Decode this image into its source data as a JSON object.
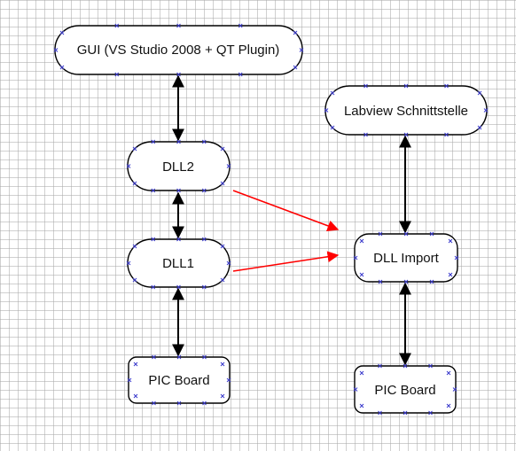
{
  "diagram": {
    "nodes": {
      "gui": {
        "label": "GUI (VS Studio 2008 + QT Plugin)"
      },
      "dll2": {
        "label": "DLL2"
      },
      "dll1": {
        "label": "DLL1"
      },
      "pic_left": {
        "label": "PIC Board"
      },
      "labview": {
        "label": "Labview Schnittstelle"
      },
      "dll_import": {
        "label": "DLL Import"
      },
      "pic_right": {
        "label": "PIC Board"
      }
    },
    "edges": [
      {
        "from": "gui",
        "to": "dll2",
        "kind": "bidirectional",
        "color": "#000000"
      },
      {
        "from": "dll2",
        "to": "dll1",
        "kind": "bidirectional",
        "color": "#000000"
      },
      {
        "from": "dll1",
        "to": "pic_left",
        "kind": "bidirectional",
        "color": "#000000"
      },
      {
        "from": "labview",
        "to": "dll_import",
        "kind": "bidirectional",
        "color": "#000000"
      },
      {
        "from": "dll_import",
        "to": "pic_right",
        "kind": "bidirectional",
        "color": "#000000"
      },
      {
        "from": "dll2",
        "to": "dll_import",
        "kind": "directed",
        "color": "#ff0000"
      },
      {
        "from": "dll1",
        "to": "dll_import",
        "kind": "directed",
        "color": "#ff0000"
      }
    ]
  }
}
